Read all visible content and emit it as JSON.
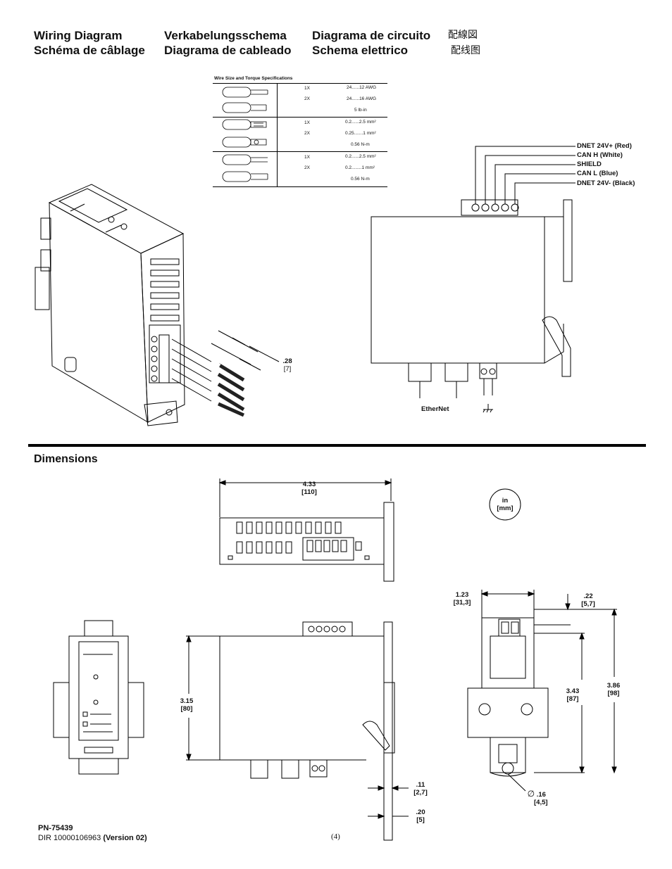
{
  "headings": {
    "wiring_en": "Wiring Diagram",
    "wiring_fr": "Schéma de câblage",
    "wiring_de": "Verkabelungsschema",
    "wiring_es": "Diagrama de cableado",
    "wiring_es2": "Diagrama de circuito",
    "wiring_it": "Schema elettrico",
    "wiring_ja": "配線図",
    "wiring_zh": "配线图",
    "dimensions": "Dimensions"
  },
  "wire_spec": {
    "title": "Wire Size and Torque Specifications",
    "rows": [
      {
        "counts": [
          "1X",
          "2X"
        ],
        "sizes": [
          "24......12 AWG",
          "24......16 AWG"
        ],
        "torque": "5 lb-in"
      },
      {
        "counts": [
          "1X",
          "2X"
        ],
        "sizes": [
          "0.2......2.5 mm²",
          "0.25.......1 mm²"
        ],
        "torque": "0.56 N-m"
      },
      {
        "counts": [
          "1X",
          "2X"
        ],
        "sizes": [
          "0.2......2.5 mm²",
          "0.2........1 mm²"
        ],
        "torque": "0.56 N-m"
      }
    ]
  },
  "connector_labels": [
    "DNET 24V+ (Red)",
    "CAN H (White)",
    "SHIELD",
    "CAN L (Blue)",
    "DNET 24V- (Black)"
  ],
  "strip": {
    "in": ".28",
    "mm": "[7]"
  },
  "bottom_labels": {
    "ethernet": "EtherNet"
  },
  "units_badge": {
    "in": "in",
    "mm": "[mm]"
  },
  "dims": {
    "width": {
      "in": "4.33",
      "mm": "[110]"
    },
    "height": {
      "in": "3.15",
      "mm": "[80]"
    },
    "rail": {
      "in": ".11",
      "mm": "[2,7]"
    },
    "rail2": {
      "in": ".20",
      "mm": "[5]"
    },
    "depth": {
      "in": "1.23",
      "mm": "[31,3]"
    },
    "top": {
      "in": ".22",
      "mm": "[5,7]"
    },
    "mid": {
      "in": "3.43",
      "mm": "[87]"
    },
    "total": {
      "in": "3.86",
      "mm": "[98]"
    },
    "hole": {
      "sym": "∅",
      "in": ".16",
      "mm": "[4,5]"
    }
  },
  "footer": {
    "part": "PN-75439",
    "dir": "DIR 10000106963",
    "version": "(Version 02)",
    "page": "(4)"
  }
}
